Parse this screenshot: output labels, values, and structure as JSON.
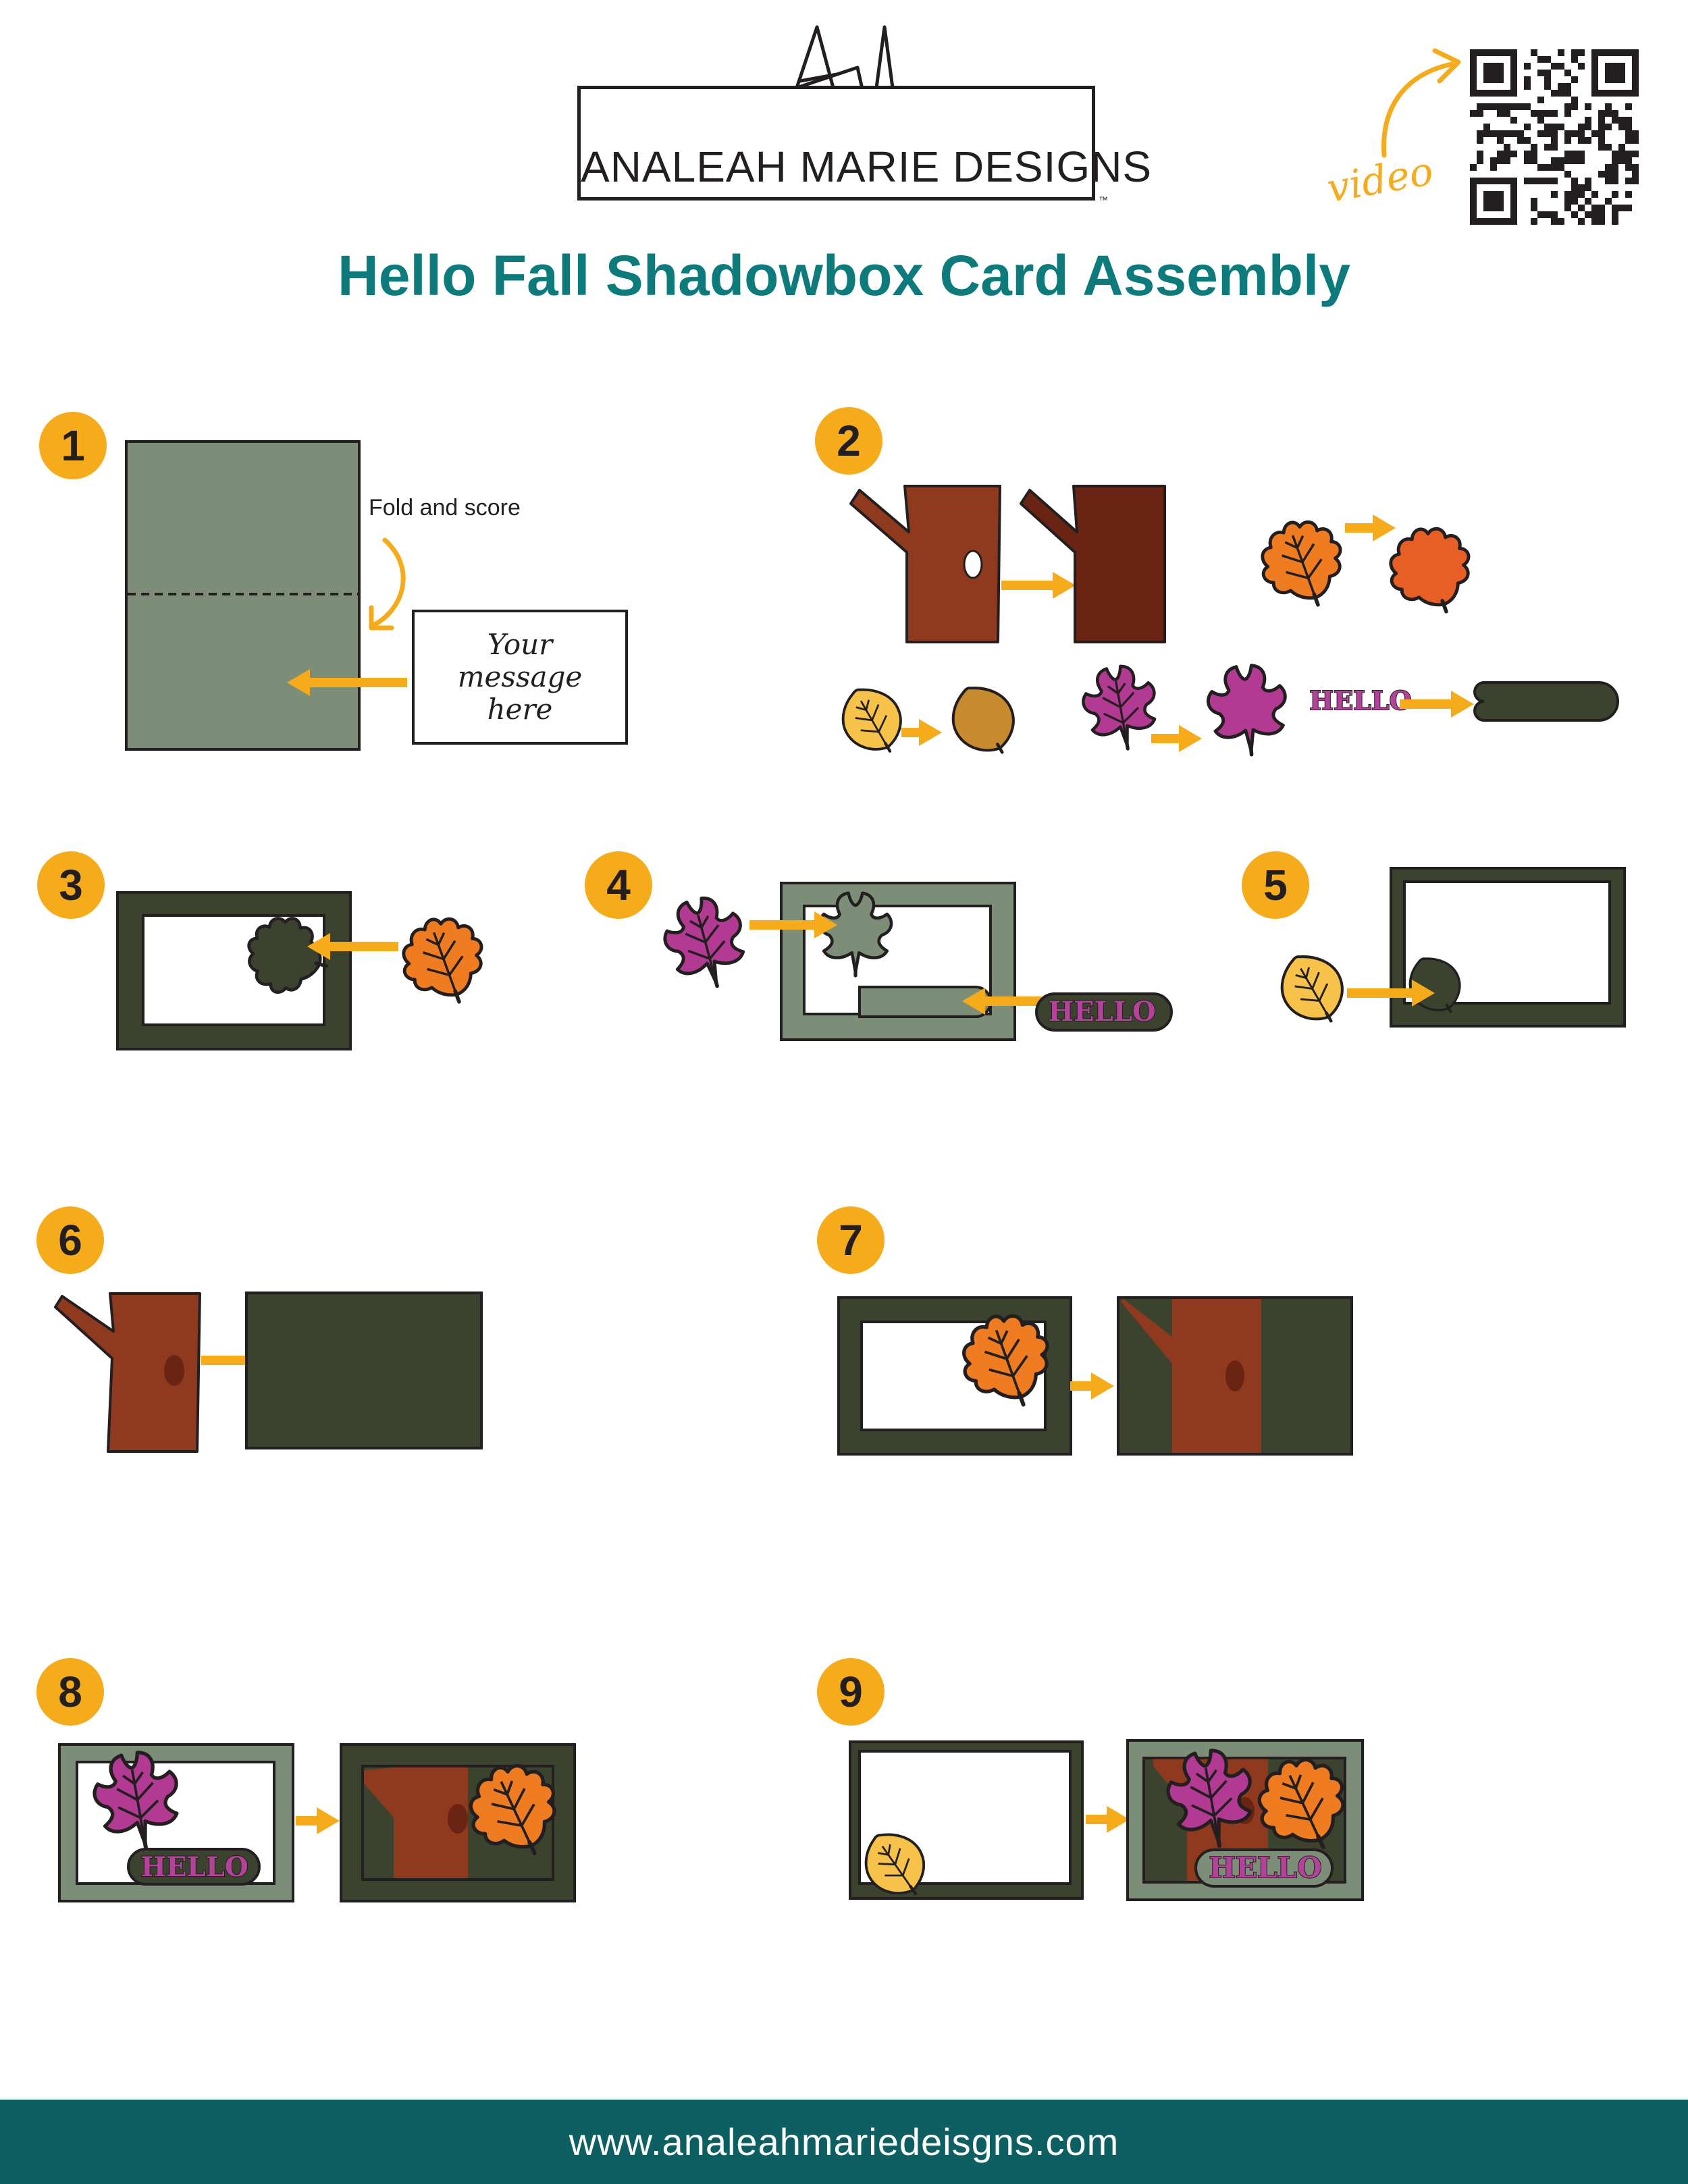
{
  "header": {
    "brand_line_1": "ANALEAH MARIE",
    "brand_line_2": "DESIGNS",
    "trademark": "™",
    "video_label": "video",
    "title": "Hello Fall Shadowbox Card Assembly"
  },
  "steps": [
    {
      "number": "1",
      "fold_label": "Fold and score",
      "message_line_1": "Your",
      "message_line_2": "message",
      "message_line_3": "here"
    },
    {
      "number": "2",
      "hello_label": "HELLO"
    },
    {
      "number": "3"
    },
    {
      "number": "4",
      "hello_label": "HELLO"
    },
    {
      "number": "5"
    },
    {
      "number": "6"
    },
    {
      "number": "7"
    },
    {
      "number": "8",
      "hello_label": "HELLO"
    },
    {
      "number": "9",
      "hello_label": "HELLO"
    }
  ],
  "footer": {
    "url": "www.analeahmariedeisgns.com"
  },
  "colors": {
    "teal_title": "#0d7b7b",
    "footer_bg": "#0e5f62",
    "arrow_yellow": "#f6ab1b",
    "sage_green": "#7d8e78",
    "dark_olive": "#3b432f",
    "trunk_brown": "#8f3a1e",
    "trunk_dark": "#6a2413",
    "leaf_orange": "#f07c22",
    "leaf_yellow": "#f6c24a",
    "leaf_tan": "#c88a2e",
    "leaf_magenta": "#b33a92",
    "hello_pink": "#b4419a"
  },
  "icons": [
    "qr-code-icon",
    "curved-arrow-icon",
    "oak-leaf-icon",
    "birch-leaf-icon",
    "maple-leaf-icon",
    "tree-trunk-icon"
  ]
}
